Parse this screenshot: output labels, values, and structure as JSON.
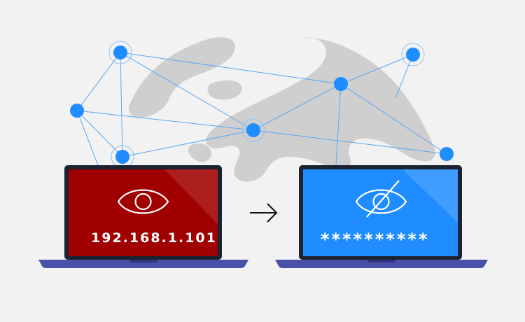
{
  "left_laptop": {
    "state": "exposed",
    "screen_color": "#a10000",
    "icon": "eye-icon",
    "text": "192.168.1.101"
  },
  "arrow": {
    "icon": "arrow-right-icon"
  },
  "right_laptop": {
    "state": "hidden",
    "screen_color": "#1f8cff",
    "icon": "eye-slash-icon",
    "text": "**********"
  },
  "colors": {
    "background": "#f2f2f2",
    "globe": "#cfcfcf",
    "network_node": "#1f8cff",
    "network_line": "#5aa6f0",
    "laptop_base": "#4a4fa8"
  },
  "network": {
    "icon": "network-node-icon"
  }
}
